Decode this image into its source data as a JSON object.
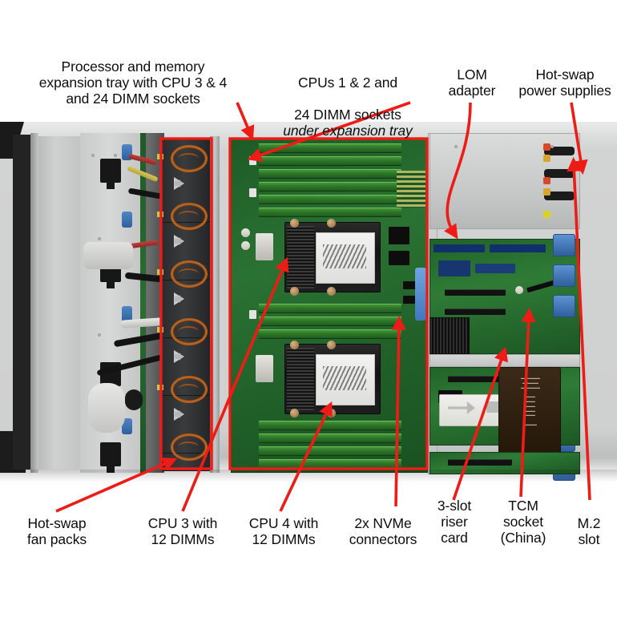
{
  "figure": {
    "type": "annotated-photo",
    "subject": "Rack server interior top view with callout labels",
    "accent_color": "#ee1c16",
    "background_color": "#ffffff"
  },
  "callouts": [
    {
      "id": "expansion-tray",
      "text": "Processor and memory\nexpansion tray with CPU 3 & 4\nand 24 DIMM sockets",
      "position": "top-left"
    },
    {
      "id": "cpus-1-2",
      "line1": "CPUs 1 & 2 and",
      "line2": "24 DIMM sockets",
      "line3_italic": "under expansion tray",
      "position": "top-center"
    },
    {
      "id": "lom-adapter",
      "text": "LOM\nadapter",
      "position": "top-right"
    },
    {
      "id": "power-supplies",
      "text": "Hot-swap\npower supplies",
      "position": "top-far-right"
    },
    {
      "id": "fan-packs",
      "text": "Hot-swap\nfan packs",
      "position": "bottom-left"
    },
    {
      "id": "cpu3",
      "text": "CPU 3 with\n12 DIMMs",
      "position": "bottom-left-center"
    },
    {
      "id": "cpu4",
      "text": "CPU 4 with\n12 DIMMs",
      "position": "bottom-center"
    },
    {
      "id": "nvme",
      "text": "2x NVMe\nconnectors",
      "position": "bottom-center-right"
    },
    {
      "id": "riser",
      "text": "3-slot\nriser\ncard",
      "position": "bottom-right"
    },
    {
      "id": "tcm",
      "text": "TCM\nsocket\n(China)",
      "position": "bottom-right-2"
    },
    {
      "id": "m2",
      "text": "M.2\nslot",
      "position": "bottom-far-right"
    }
  ],
  "highlight_boxes": [
    {
      "id": "fan-pack-box",
      "label": "Hot-swap fan packs outline"
    },
    {
      "id": "expansion-tray-box",
      "label": "Processor and memory expansion tray outline"
    }
  ],
  "leaders": [
    {
      "from": "expansion-tray",
      "to": "tray-left-edge"
    },
    {
      "from": "cpus-1-2",
      "to": "motherboard-under-tray"
    },
    {
      "from": "lom-adapter",
      "to": "lom-heatsink"
    },
    {
      "from": "power-supplies",
      "to": "psu-bay"
    },
    {
      "from": "fan-packs",
      "to": "fan-cage"
    },
    {
      "from": "cpu3",
      "to": "cpu3-heatsink"
    },
    {
      "from": "cpu4",
      "to": "cpu4-heatsink"
    },
    {
      "from": "nvme",
      "to": "nvme-connectors"
    },
    {
      "from": "riser",
      "to": "riser-card-slots"
    },
    {
      "from": "tcm",
      "to": "tcm-socket"
    },
    {
      "from": "m2",
      "to": "m2-slot"
    }
  ]
}
